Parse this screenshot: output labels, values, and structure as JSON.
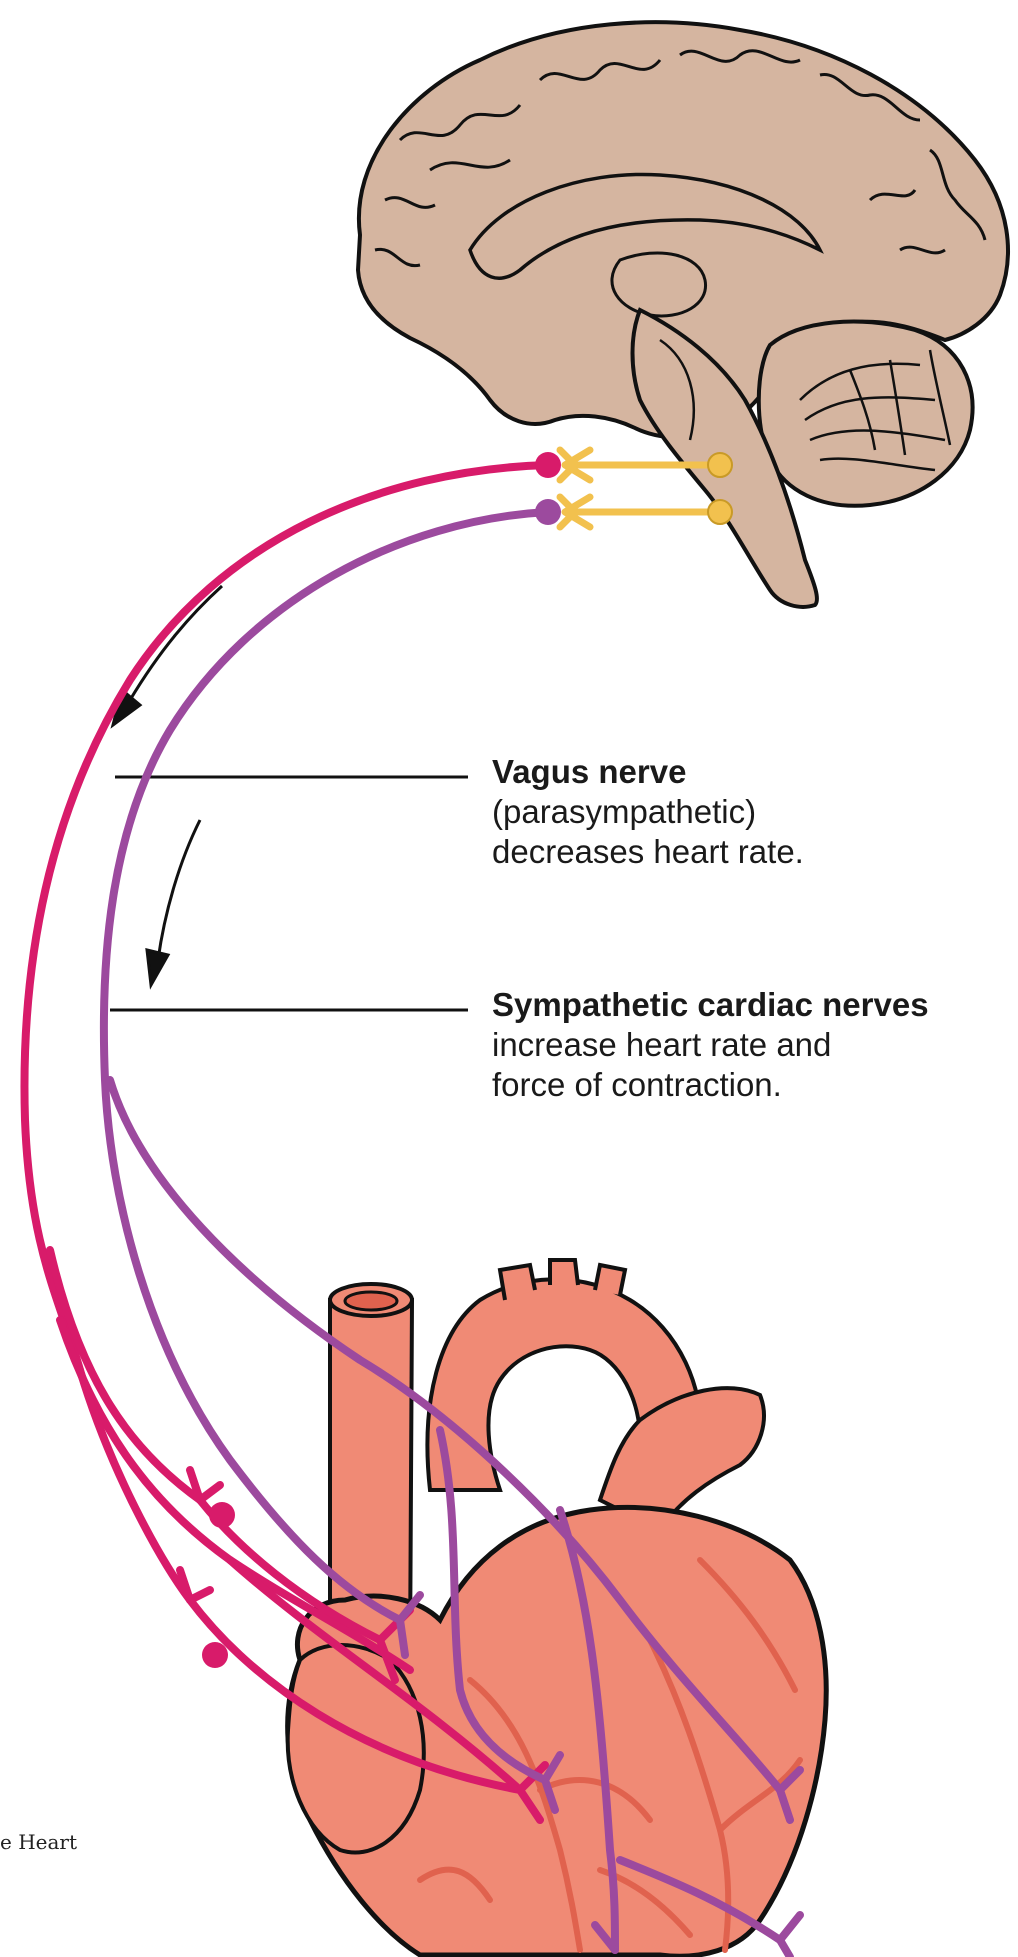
{
  "labels": {
    "vagus": {
      "title": "Vagus nerve",
      "line1": "(parasympathetic)",
      "line2": "decreases heart rate."
    },
    "sympathetic": {
      "title": "Sympathetic cardiac nerves",
      "line1": "increase heart rate and",
      "line2": "force of contraction."
    }
  },
  "caption": "e Heart",
  "colors": {
    "parasympathetic": "#d81b6a",
    "sympathetic": "#9c4a9e",
    "brain": "#d5b5a0",
    "heart": "#f08a75",
    "vessel": "#e0624e",
    "neuron": "#f2c14e",
    "outline": "#111111"
  }
}
